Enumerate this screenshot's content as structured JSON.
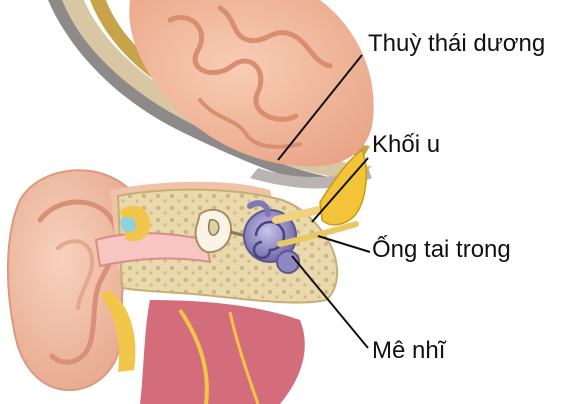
{
  "diagram": {
    "labels": {
      "temporal_lobe": "Thuỳ thái dương",
      "tumor": "Khối u",
      "internal_auditory_canal": "Ống tai trong",
      "labyrinth": "Mê nhĩ"
    },
    "colors": {
      "brain": "#f2b89a",
      "brain_fold": "#d98e72",
      "skin": "#f3c1a6",
      "bone": "#e7d6a8",
      "bone_pore": "#c9b178",
      "nerve": "#f2d27a",
      "tumor": "#f4c53c",
      "cochlea": "#9a93c8",
      "tissue": "#d86f7c",
      "leader_line": "#111111"
    }
  }
}
